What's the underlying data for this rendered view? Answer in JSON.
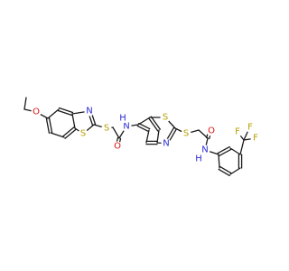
{
  "molecule": {
    "colors": {
      "S": "#b8a000",
      "N": "#2a2ad8",
      "O": "#e01010",
      "F": "#b8a000",
      "C": "#1a1a1a"
    },
    "atoms": [
      {
        "id": "O1",
        "element": "O",
        "label": "O"
      },
      {
        "id": "N1",
        "element": "N",
        "label": "N"
      },
      {
        "id": "S1",
        "element": "S",
        "label": "S"
      },
      {
        "id": "S2",
        "element": "S",
        "label": "S"
      },
      {
        "id": "O2",
        "element": "O",
        "label": "O"
      },
      {
        "id": "N2",
        "element": "N",
        "label": "N"
      },
      {
        "id": "H1",
        "element": "N",
        "label": "H"
      },
      {
        "id": "S3",
        "element": "S",
        "label": "S"
      },
      {
        "id": "N3",
        "element": "N",
        "label": "N"
      },
      {
        "id": "S4",
        "element": "S",
        "label": "S"
      },
      {
        "id": "O3",
        "element": "O",
        "label": "O"
      },
      {
        "id": "N4",
        "element": "N",
        "label": "N"
      },
      {
        "id": "H2",
        "element": "N",
        "label": "H"
      },
      {
        "id": "F1",
        "element": "F",
        "label": "F"
      },
      {
        "id": "F2",
        "element": "F",
        "label": "F"
      },
      {
        "id": "F3",
        "element": "F",
        "label": "F"
      }
    ]
  }
}
